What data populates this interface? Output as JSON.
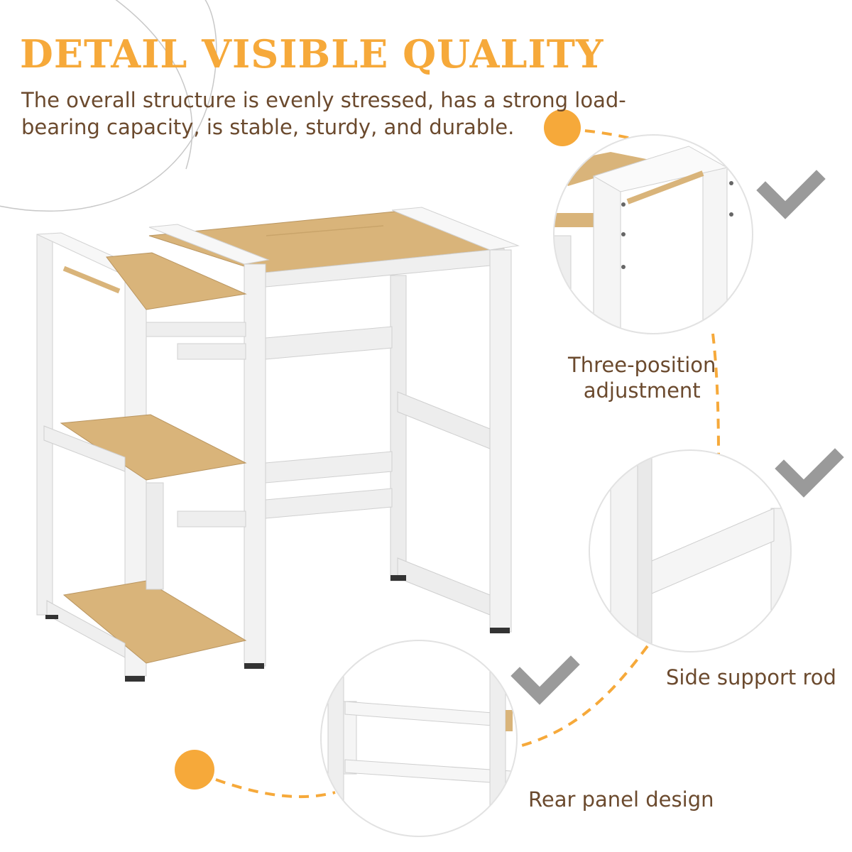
{
  "header": {
    "title": "DETAIL VISIBLE QUALITY",
    "description": "The overall structure is evenly stressed, has a strong load-bearing capacity, is stable, sturdy, and durable."
  },
  "callouts": [
    {
      "lines": [
        "Three-position",
        "adjustment"
      ],
      "icon": "checkmark-icon"
    },
    {
      "lines": [
        "Side support rod"
      ],
      "icon": "checkmark-icon"
    },
    {
      "lines": [
        "Rear panel design"
      ],
      "icon": "checkmark-icon"
    }
  ],
  "colors": {
    "accent": "#f6a93a",
    "text": "#6b4a2e",
    "frame": "#f4f4f4",
    "wood": "#dcb77c",
    "check": "#9a9a9a"
  }
}
